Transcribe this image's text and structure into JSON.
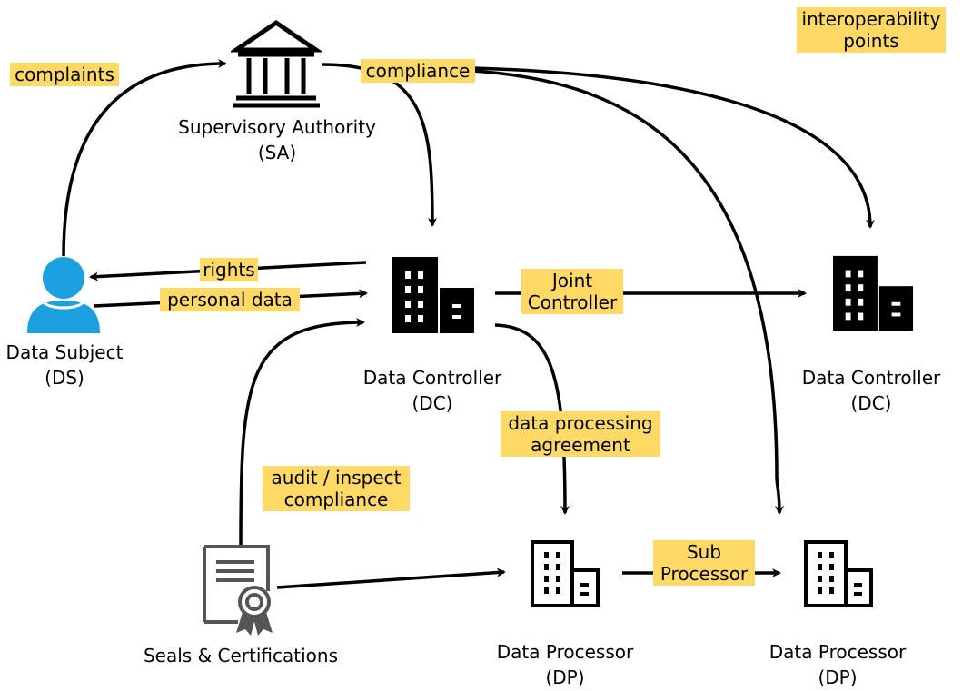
{
  "entities": {
    "supervisory_authority": {
      "name": "Supervisory Authority",
      "abbr": "(SA)"
    },
    "data_subject": {
      "name": "Data Subject",
      "abbr": "(DS)"
    },
    "data_controller_main": {
      "name": "Data Controller",
      "abbr": "(DC)"
    },
    "data_controller_joint": {
      "name": "Data Controller",
      "abbr": "(DC)"
    },
    "seals_certifications": {
      "name": "Seals & Certifications"
    },
    "data_processor": {
      "name": "Data Processor",
      "abbr": "(DP)"
    },
    "sub_processor": {
      "name": "Data Processor",
      "abbr": "(DP)"
    }
  },
  "labels": {
    "complaints": "complaints",
    "compliance": "compliance",
    "interoperability_line1": "interoperability",
    "interoperability_line2": "points",
    "rights": "rights",
    "personal_data": "personal data",
    "joint_controller_line1": "Joint",
    "joint_controller_line2": "Controller",
    "dpa_line1": "data processing",
    "dpa_line2": "agreement",
    "audit_line1": "audit / inspect",
    "audit_line2": "compliance",
    "sub_processor_line1": "Sub",
    "sub_processor_line2": "Processor"
  },
  "colors": {
    "highlight": "#ffd966",
    "person_icon": "#1ba1e2",
    "certificate_icon": "#555555",
    "line": "#000000"
  },
  "icons": {
    "authority": "government-building-icon",
    "person": "person-icon",
    "building": "office-building-icon",
    "certificate": "certificate-icon"
  }
}
